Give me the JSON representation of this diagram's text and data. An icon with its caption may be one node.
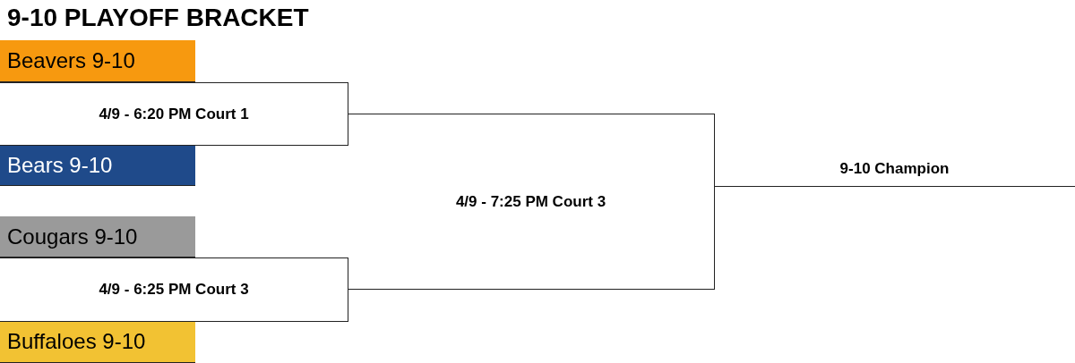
{
  "diagram": {
    "title": "9-10 PLAYOFF BRACKET",
    "nodes": [
      {
        "text": [
          "Beavers 9-10"
        ]
      },
      {
        "text": [
          "Bears 9-10"
        ]
      },
      {
        "text": [
          "Cougars 9-10"
        ]
      },
      {
        "text": [
          "Buffaloes 9-10"
        ]
      },
      {
        "text": [
          "4/9 - 6:20 PM Court 1"
        ]
      },
      {
        "text": [
          "4/9 - 6:25 PM Court 3"
        ]
      },
      {
        "text": [
          "4/9 - 7:25 PM Court 3"
        ]
      },
      {
        "text": [
          "9-10 Champion"
        ]
      }
    ]
  }
}
